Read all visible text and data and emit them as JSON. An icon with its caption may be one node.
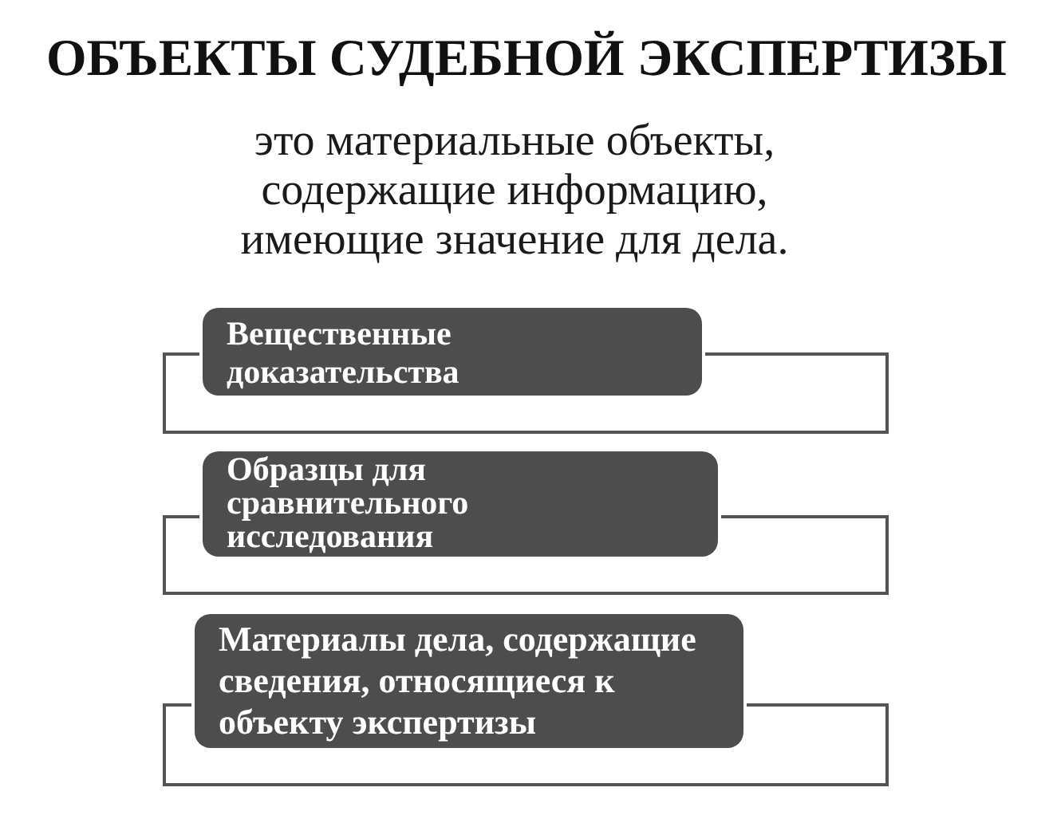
{
  "diagram": {
    "title": "ОБЪЕКТЫ СУДЕБНОЙ ЭКСПЕРТИЗЫ",
    "nodes": [
      {
        "text": [
          "Вещественные доказательства"
        ]
      },
      {
        "text": [
          "Образцы для сравнительного исследования"
        ]
      },
      {
        "text": [
          "Материалы дела, содержащие сведения, относящиеся к объекту экспертизы"
        ]
      }
    ],
    "labels": [
      "это материальные объекты, содержащие информацию, имеющие значение для дела."
    ]
  }
}
